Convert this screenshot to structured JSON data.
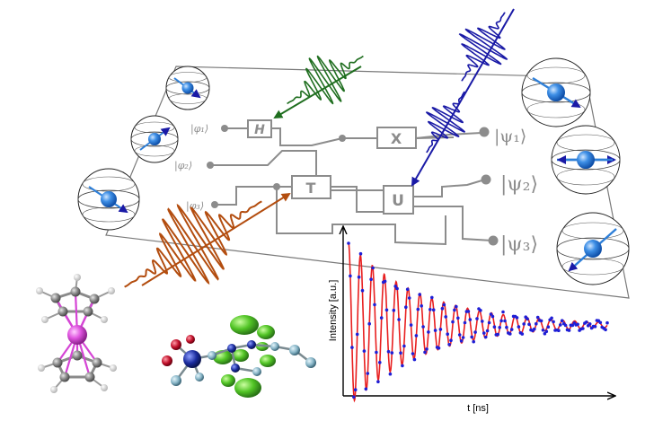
{
  "colors": {
    "wire": "#8c8c8c",
    "plane_edge": "#7a7a7a",
    "green_pulse": "#1f6e1f",
    "blue_pulse": "#1a1aa6",
    "orange_pulse": "#b34d0f",
    "bloch_spin": "#2e7fd8",
    "fit_line": "#e81f1f",
    "data_point": "#1f1fd6"
  },
  "circuit": {
    "inputs": [
      {
        "label": "|φ₁⟩"
      },
      {
        "label": "|φ₂⟩"
      },
      {
        "label": "|φ₃⟩"
      }
    ],
    "outputs": [
      {
        "label": "|ψ₁⟩"
      },
      {
        "label": "|ψ₂⟩"
      },
      {
        "label": "|ψ₃⟩"
      }
    ],
    "gates": [
      {
        "label": "H"
      },
      {
        "label": "X"
      },
      {
        "label": "T"
      },
      {
        "label": "U"
      }
    ]
  },
  "chart_data": {
    "type": "scatter",
    "xlabel": "t [ns]",
    "ylabel": "Intensity [a.u.]",
    "series": [
      {
        "kind": "damped-oscillation",
        "fit": {
          "baseline": 0.0,
          "amplitude": 1.0,
          "decay": 0.35,
          "frequency": 2.2
        },
        "x_range": [
          0.12,
          10.0
        ],
        "n_points": 150
      }
    ]
  }
}
